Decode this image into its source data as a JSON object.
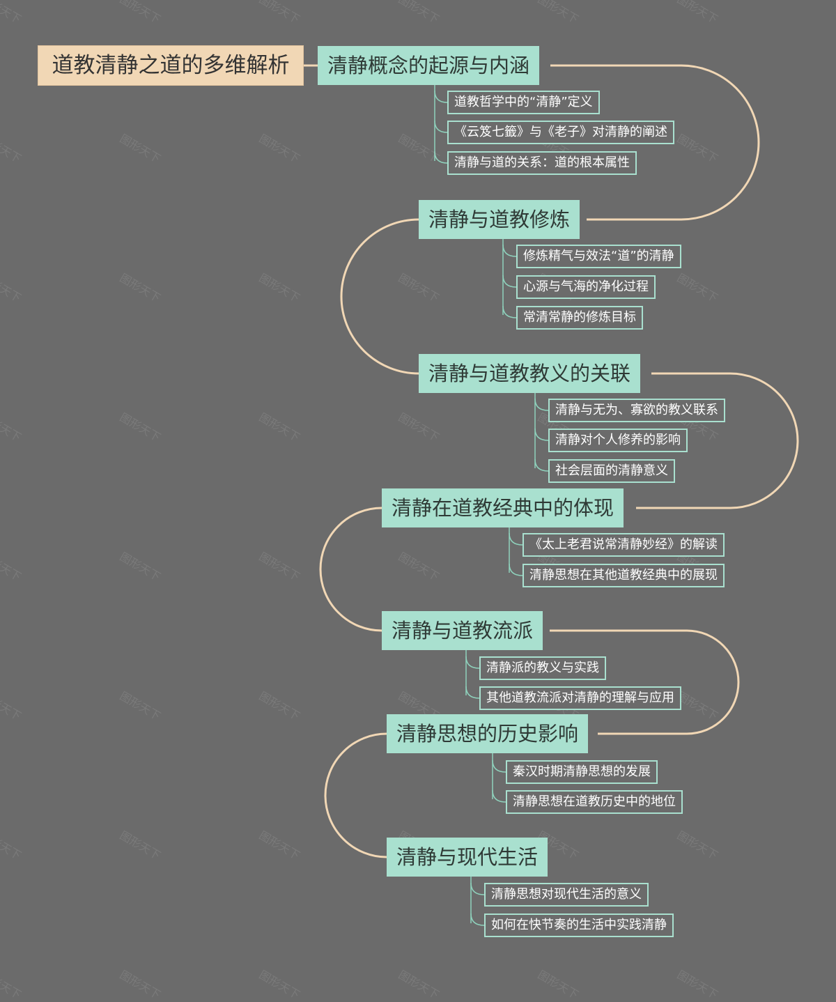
{
  "root": {
    "label": "道教清静之道的多维解析"
  },
  "watermark": "图形天下",
  "colors": {
    "background": "#6b6b6b",
    "root_fill": "#f1d7b5",
    "topic_fill": "#a9e0cf",
    "subtopic_border": "#a9e0cf",
    "connector": "#f1d7b5"
  },
  "topics": [
    {
      "label": "清静概念的起源与内涵",
      "children": [
        "道教哲学中的“清静”定义",
        "《云笈七籤》与《老子》对清静的阐述",
        "清静与道的关系：道的根本属性"
      ]
    },
    {
      "label": "清静与道教修炼",
      "children": [
        "修炼精气与效法“道”的清静",
        "心源与气海的净化过程",
        "常清常静的修炼目标"
      ]
    },
    {
      "label": "清静与道教教义的关联",
      "children": [
        "清静与无为、寡欲的教义联系",
        "清静对个人修养的影响",
        "社会层面的清静意义"
      ]
    },
    {
      "label": "清静在道教经典中的体现",
      "children": [
        "《太上老君说常清静妙经》的解读",
        "清静思想在其他道教经典中的展现"
      ]
    },
    {
      "label": "清静与道教流派",
      "children": [
        "清静派的教义与实践",
        "其他道教流派对清静的理解与应用"
      ]
    },
    {
      "label": "清静思想的历史影响",
      "children": [
        "秦汉时期清静思想的发展",
        "清静思想在道教历史中的地位"
      ]
    },
    {
      "label": "清静与现代生活",
      "children": [
        "清静思想对现代生活的意义",
        "如何在快节奏的生活中实践清静"
      ]
    }
  ]
}
